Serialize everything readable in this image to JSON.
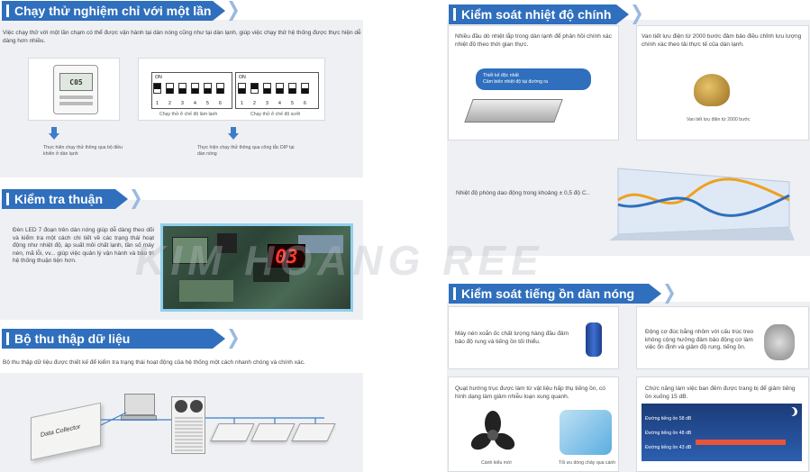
{
  "s1": {
    "title": "Chạy thử nghiệm chỉ với một lần chạm",
    "desc": "Việc chạy thử với một lần chạm có thể được vận hành tại dàn nóng cũng như tại dàn lạnh, giúp việc chạy thử hệ thống được thực hiện dễ dàng hơn nhiều.",
    "remote_caption": "Thực hiện chạy thử thông qua bộ điều khiển ở dàn lạnh",
    "remote_screen": "C05",
    "dip_on": "ON",
    "dip_numbers": [
      "1",
      "2",
      "3",
      "4",
      "5",
      "6"
    ],
    "dip_cool": "Chạy thử ở chế độ làm lạnh",
    "dip_heat": "Chạy thử ở chế độ sưởi",
    "dip_caption": "Thực hiện chạy thử thông qua công tắc DIP tại dàn nóng"
  },
  "s2": {
    "title": "Kiểm tra thuận tiện",
    "desc": "Đèn LED 7 đoạn trên dàn nóng giúp dễ dàng theo dõi và kiểm tra một cách chi tiết về các trạng thái hoạt động như nhiệt độ, áp suất môi chất lạnh, tần số máy nén, mã lỗi, vv... giúp việc quản lý vận hành và bảo trì hệ thống thuận tiện hơn.",
    "led": "03"
  },
  "s3": {
    "title": "Bộ thu thập dữ liệu",
    "desc": "Bộ thu thập dữ liệu được thiết kế để kiểm tra trạng thái hoạt động của hệ thống một cách nhanh chóng và chính xác.",
    "device_label": "Data Collector"
  },
  "s4": {
    "title": "Kiểm soát nhiệt độ chính xác",
    "sensor_text": "Nhiều đầu dò nhiệt lắp trong dàn lạnh để phản hồi chính xác nhiệt độ theo thời gian thực.",
    "sensor_callout": [
      "Thiết kế độc nhất",
      "Cảm biến nhiệt độ tại đường ra"
    ],
    "valve_text": "Van tiết lưu điện từ 2000 bước đảm bảo điều chỉnh lưu lượng chính xác theo tải thực tế của dàn lạnh.",
    "valve_caption": "Van tiết lưu điện từ 2000 bước",
    "range_text": "Nhiệt độ phòng dao động trong khoảng ± 0,5 độ C.."
  },
  "s5": {
    "title": "Kiểm soát tiếng ồn dàn nóng",
    "comp_text": "Máy nén xoắn ốc chất lượng hàng đầu đảm bảo độ rung và tiếng ồn tối thiểu.",
    "motor_text": "Động cơ đúc bằng nhôm với cấu trúc treo không cộng hưởng đảm bảo động cơ làm việc ổn định và giảm độ rung, tiếng ồn.",
    "fan_text": "Quạt hướng trục được làm từ vật liệu hấp thụ tiếng ồn, có hình dạng làm giảm nhiễu loạn xung quanh.",
    "fan_cap1": "Cánh kiểu mới",
    "fan_cap2": "Tối ưu dòng chảy qua cánh",
    "night_text": "Chức năng làm việc ban đêm được trang bị để giảm tiếng ồn xuống 15 dB.",
    "night_labels": [
      "Đường tiếng ồn 58 dB",
      "Đường tiếng ồn 48 dB",
      "Đường tiếng ồn 43 dB"
    ]
  },
  "watermark": "KIM HOANG REE",
  "colors": {
    "banner": "#2f6fbd",
    "panel": "#eef0f3",
    "accent": "#4a90e2"
  }
}
